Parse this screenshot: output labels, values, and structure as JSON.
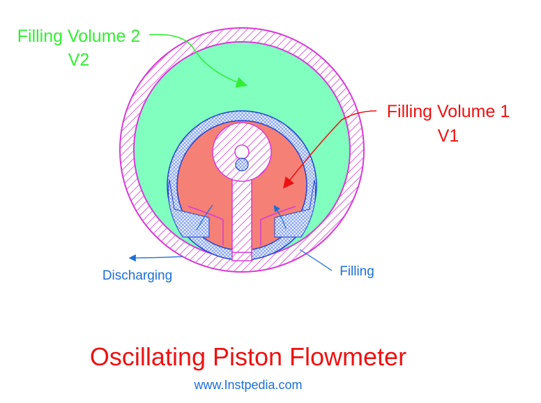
{
  "labels": {
    "v2_name": "Filling Volume 2",
    "v2_code": "V2",
    "v1_name": "Filling Volume 1",
    "v1_code": "V1",
    "discharging": "Discharging",
    "filling": "Filling"
  },
  "title": "Oscillating Piston Flowmeter",
  "website": "www.Instpedia.com",
  "colors": {
    "volume2_text": "#33ee33",
    "volume2_fill": "#80ffbf",
    "volume1_text": "#ee1111",
    "volume1_fill": "#f58076",
    "flow_text": "#1b6fd6",
    "casing": "#d63ad6",
    "piston_ring": "#2040d0",
    "title": "#ee1111"
  }
}
